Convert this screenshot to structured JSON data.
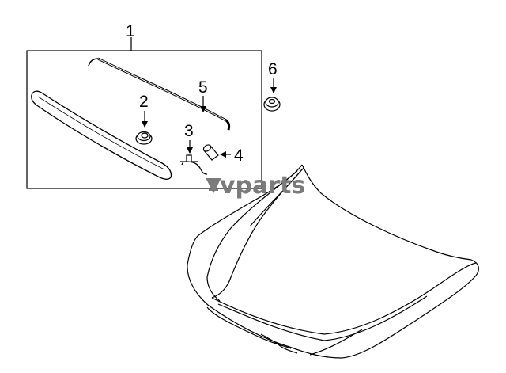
{
  "diagram": {
    "callouts": [
      {
        "id": "1",
        "label": "1"
      },
      {
        "id": "2",
        "label": "2"
      },
      {
        "id": "3",
        "label": "3"
      },
      {
        "id": "4",
        "label": "4"
      },
      {
        "id": "5",
        "label": "5"
      },
      {
        "id": "6",
        "label": "6"
      }
    ],
    "watermark": {
      "text": "vparts"
    },
    "colors": {
      "line": "#000000",
      "watermark": "#7b7b7b",
      "background": "#ffffff"
    }
  }
}
